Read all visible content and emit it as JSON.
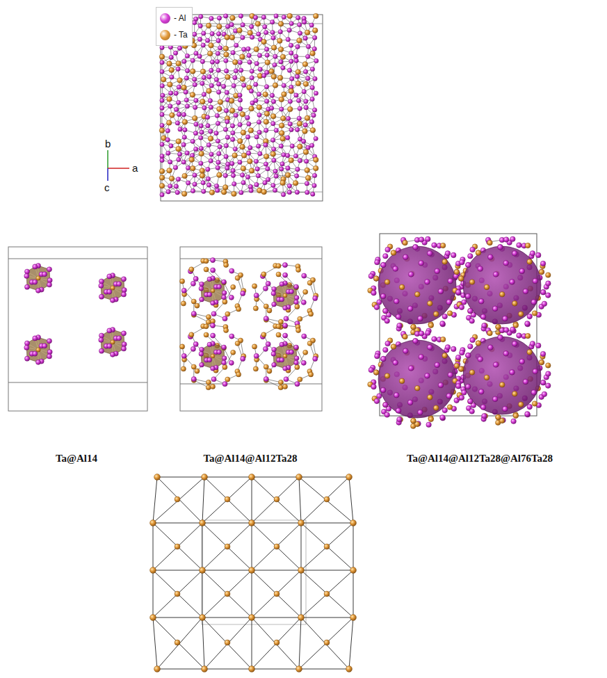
{
  "diagram": {
    "labels": [
      "b",
      "a",
      "c",
      "Ta@Al14",
      "Ta@Al14@Al12Ta28",
      "Ta@Al14@Al12Ta28@Al76Ta28"
    ],
    "legend": [
      {
        "text": "- Al",
        "color": "#d63fd6"
      },
      {
        "text": "- Ta",
        "color": "#e39a3b"
      }
    ]
  }
}
